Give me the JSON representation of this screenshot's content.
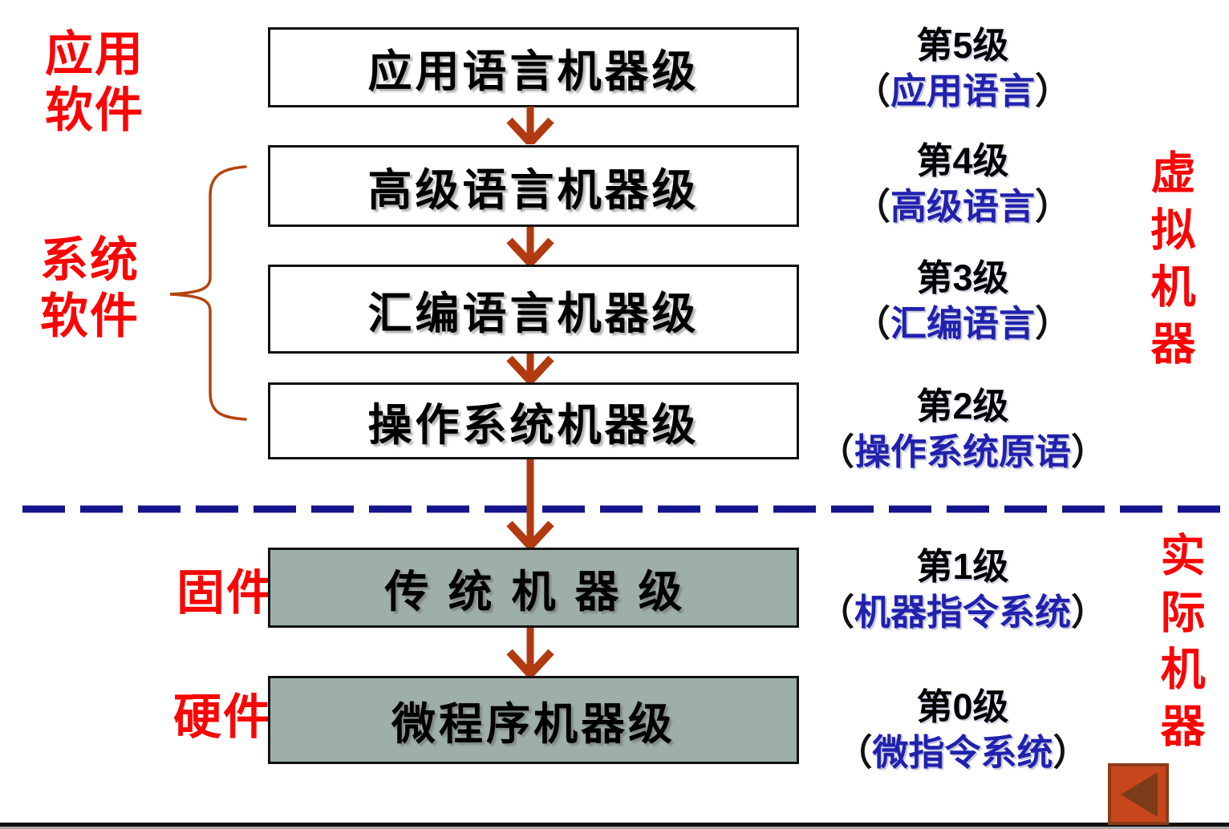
{
  "colors": {
    "red_label": "#FA0505",
    "blue_caption": "#2121AE",
    "navy_divider": "#14148C",
    "arrow_rust": "#B23A10",
    "brace_rust": "#B5430E",
    "gray_box_fill": "#9EAEA8",
    "box_border": "#111111",
    "button_fill": "#C8461C",
    "button_border": "#8C3C19",
    "button_triangle": "#7D3C19"
  },
  "icons": {
    "back": "left-pointing-triangle"
  },
  "left_labels": {
    "application_software": {
      "lines": [
        "应用",
        "软件"
      ]
    },
    "system_software": {
      "lines": [
        "系统",
        "软件"
      ]
    },
    "firmware": "固件",
    "hardware": "硬件"
  },
  "boxes": [
    {
      "label": "应用语言机器级"
    },
    {
      "label": "高级语言机器级"
    },
    {
      "label": "汇编语言机器级"
    },
    {
      "label": "操作系统机器级"
    },
    {
      "label": "传统机器级"
    },
    {
      "label": "微程序机器级"
    }
  ],
  "levels": [
    {
      "prefix": "第",
      "number": "5",
      "suffix": "级",
      "paren_open": "（",
      "caption": "应用语言",
      "paren_close": "）"
    },
    {
      "prefix": "第",
      "number": "4",
      "suffix": "级",
      "paren_open": "（",
      "caption": "高级语言",
      "paren_close": "）"
    },
    {
      "prefix": "第",
      "number": "3",
      "suffix": "级",
      "paren_open": "（",
      "caption": "汇编语言",
      "paren_close": "）"
    },
    {
      "prefix": "第",
      "number": "2",
      "suffix": "级",
      "paren_open": "（",
      "caption": "操作系统原语",
      "paren_close": "）"
    },
    {
      "prefix": "第",
      "number": "1",
      "suffix": "级",
      "paren_open": "（",
      "caption": "机器指令系统",
      "paren_close": "）"
    },
    {
      "prefix": "第",
      "number": "0",
      "suffix": "级",
      "paren_open": "（",
      "caption": "微指令系统",
      "paren_close": "）"
    }
  ],
  "machine_groups": {
    "virtual": "虚拟机器",
    "actual": "实际机器"
  }
}
